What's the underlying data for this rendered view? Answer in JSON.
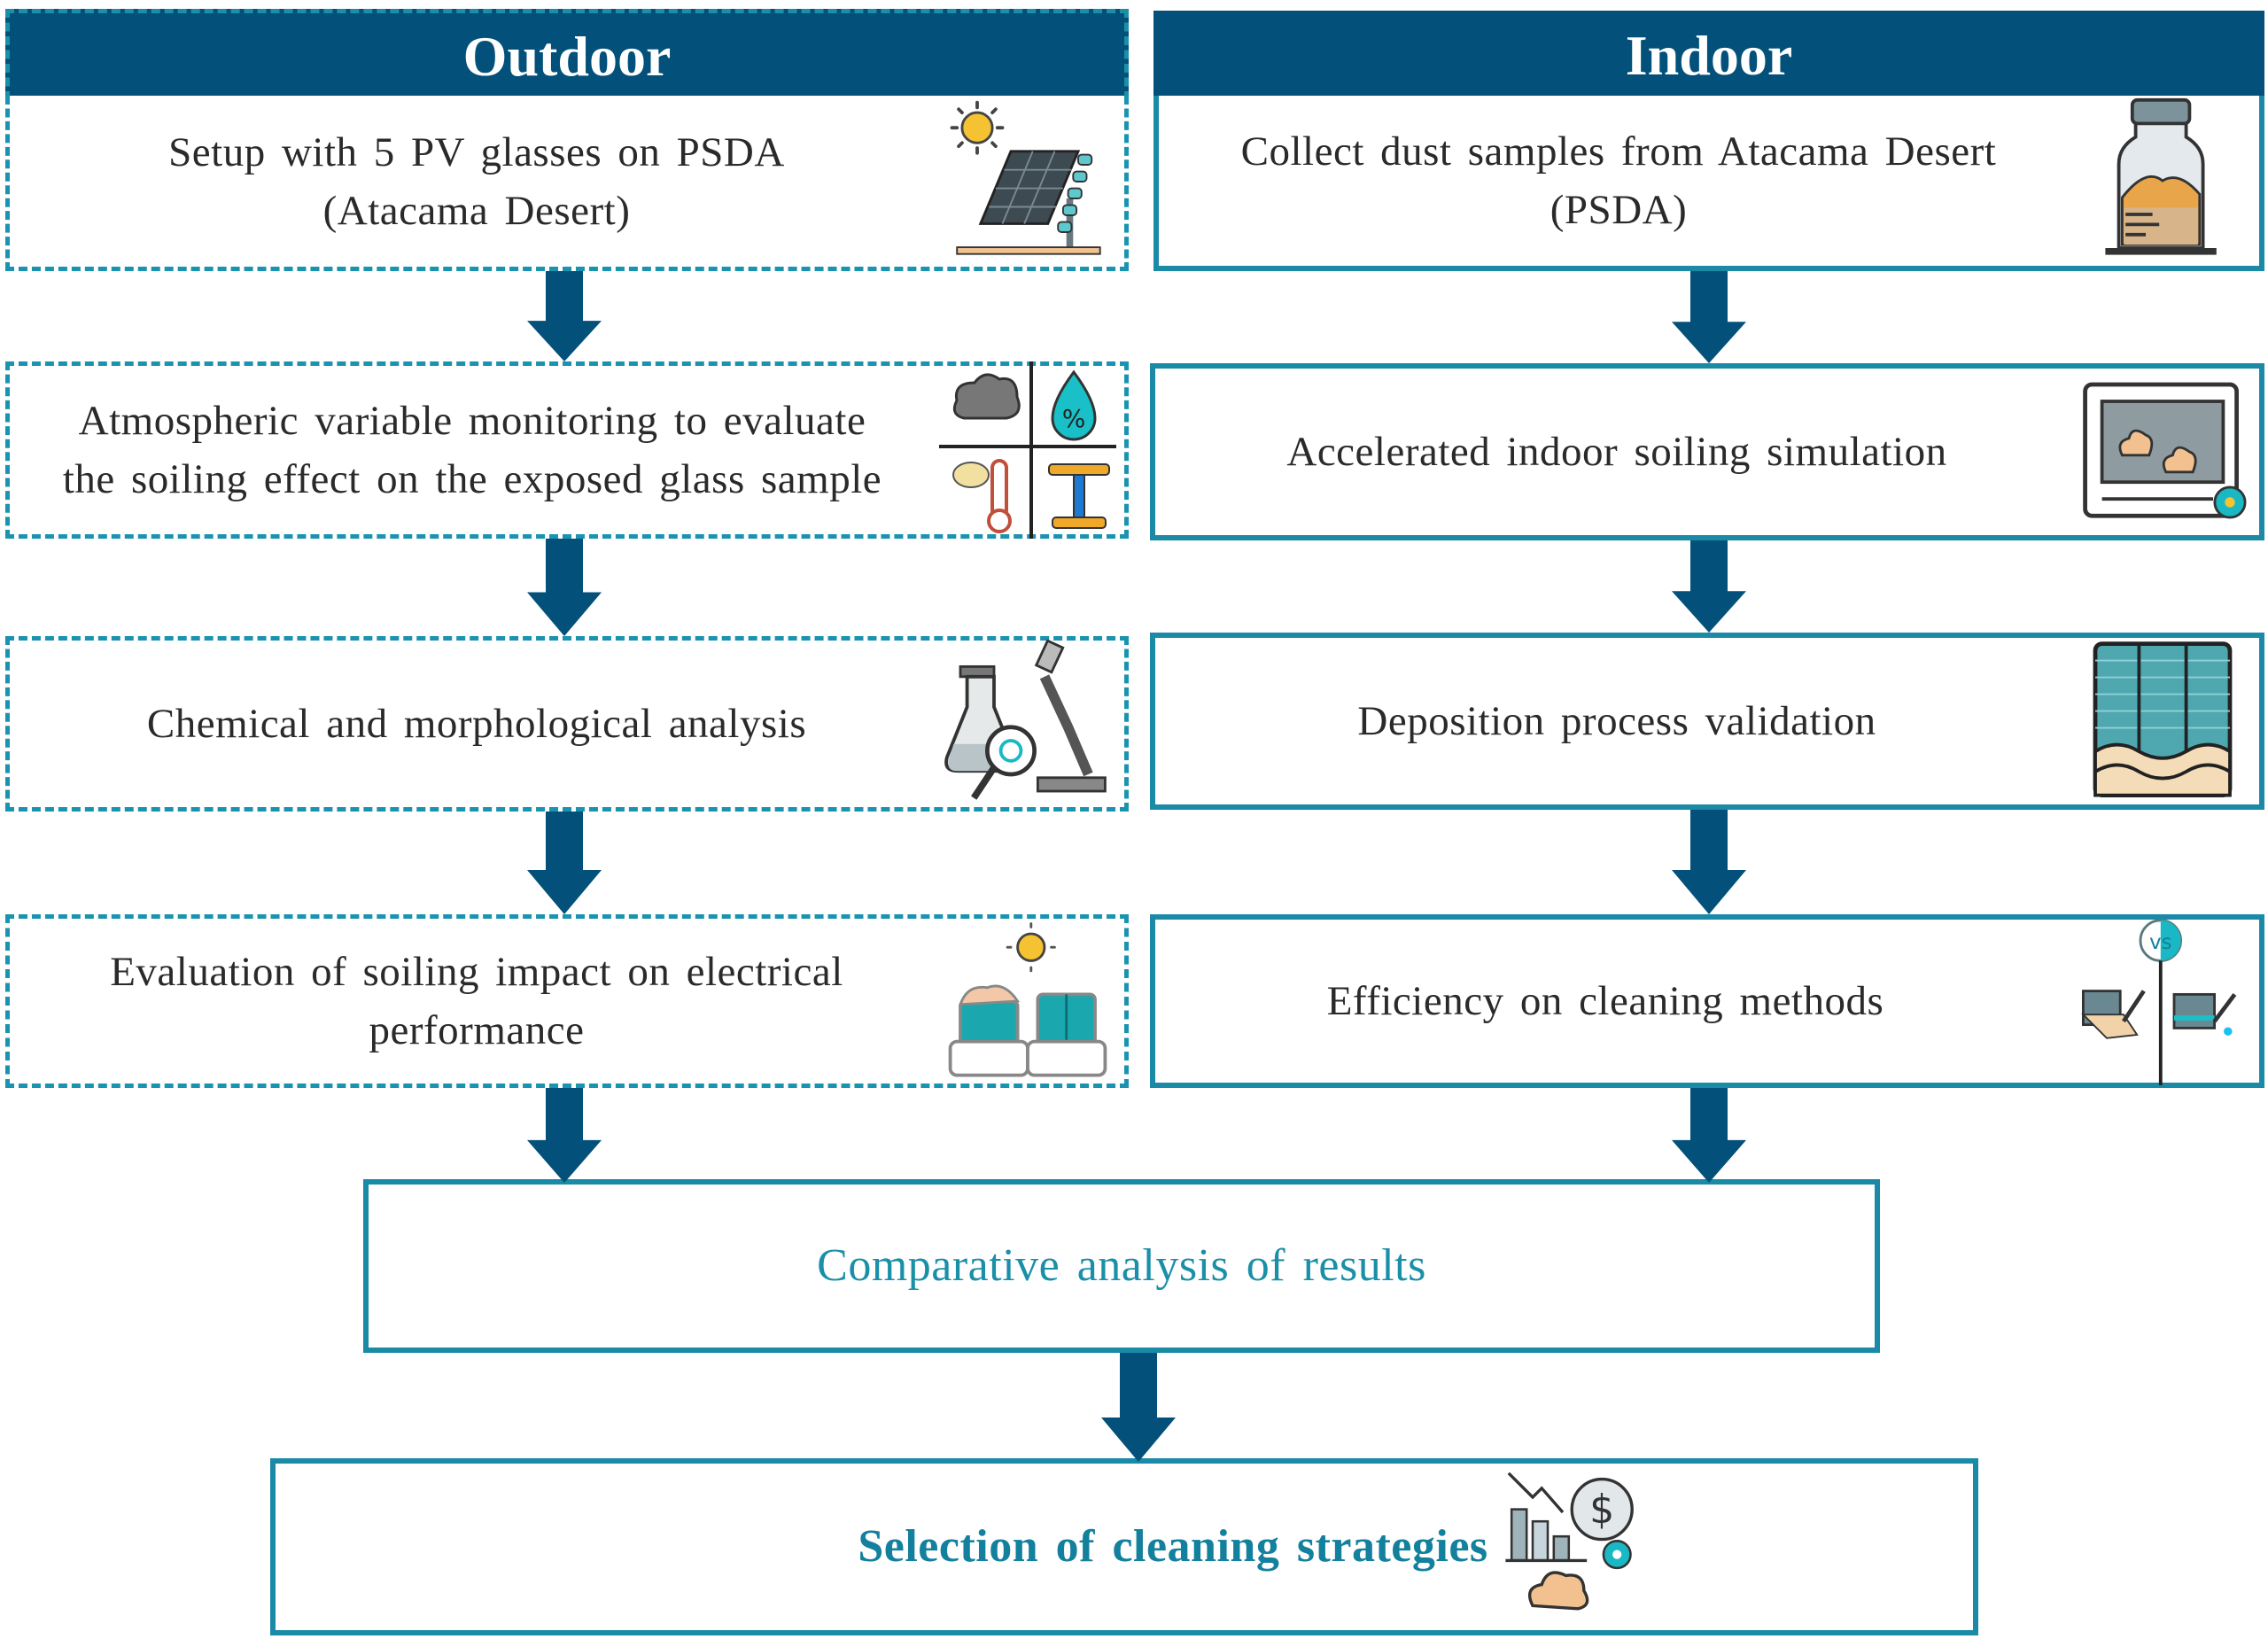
{
  "columns": {
    "outdoor": {
      "title": "Outdoor",
      "steps": [
        {
          "text_line1": "Setup with 5 PV glasses on PSDA",
          "text_line2": "(Atacama Desert)",
          "icon": "solar-panel-sun-icon"
        },
        {
          "text_line1": "Atmospheric variable monitoring to evaluate",
          "text_line2": "the soiling effect on the exposed glass sample",
          "icon": "weather-sensors-grid-icon"
        },
        {
          "text_line1": "Chemical and morphological analysis",
          "text_line2": "",
          "icon": "lab-microscope-flask-icon"
        },
        {
          "text_line1": "Evaluation of soiling impact on electrical",
          "text_line2": "performance",
          "icon": "soiled-vs-clean-panels-icon"
        }
      ]
    },
    "indoor": {
      "title": "Indoor",
      "steps": [
        {
          "text_line1": "Collect dust samples from Atacama Desert",
          "text_line2": "(PSDA)",
          "icon": "dust-sample-jar-icon"
        },
        {
          "text_line1": "Accelerated indoor soiling simulation",
          "text_line2": "",
          "icon": "soiling-chamber-icon"
        },
        {
          "text_line1": "Deposition process validation",
          "text_line2": "",
          "icon": "deposition-layers-icon"
        },
        {
          "text_line1": "Efficiency on cleaning methods",
          "text_line2": "",
          "icon": "cleaning-methods-vs-icon"
        }
      ]
    }
  },
  "merge": {
    "comparative": "Comparative analysis of results",
    "selection": "Selection of cleaning strategies",
    "selection_icon": "cost-reduction-dust-icon",
    "vs_label": "vs"
  },
  "colors": {
    "header_bg": "#03507a",
    "arrow": "#03507a",
    "box_border": "#1a8aa6",
    "teal_text": "#1a8fa8",
    "sun": "#f5c232",
    "dust": "#f2c18f",
    "cyan": "#19b8c4"
  }
}
